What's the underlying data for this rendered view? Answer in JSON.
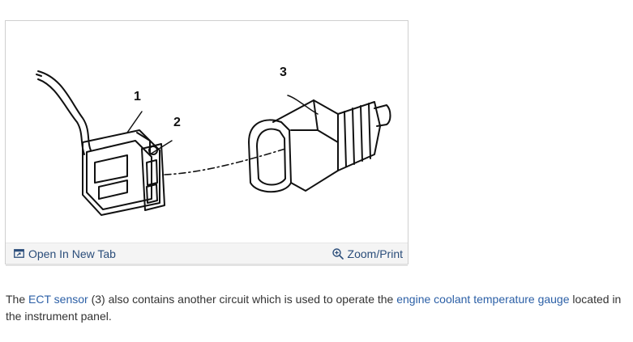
{
  "figure": {
    "callouts": {
      "c1": "1",
      "c2": "2",
      "c3": "3"
    },
    "toolbar": {
      "open_new_tab": "Open In New Tab",
      "zoom_print": "Zoom/Print"
    }
  },
  "caption": {
    "part1": "The ",
    "link1": "ECT sensor",
    "part2": " (3) also contains another circuit which is used to operate the ",
    "link2": "engine coolant temperature gauge",
    "part3": " located in the instrument panel."
  },
  "colors": {
    "link": "#2b5fa6",
    "toolbar_bg": "#f4f4f4",
    "text": "#333333"
  }
}
